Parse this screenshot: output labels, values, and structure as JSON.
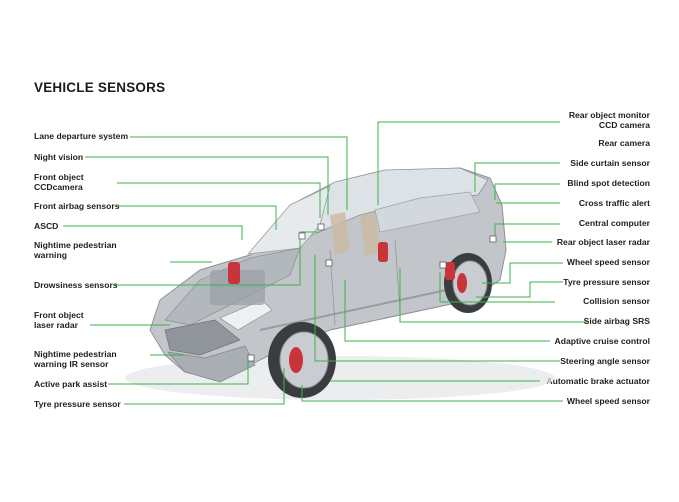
{
  "title": "VEHICLE SENSORS",
  "colors": {
    "leader": "#3db34a",
    "text": "#1e1e1e",
    "body": "#b9bdc1",
    "glass": "#d8dde1",
    "accent": "#c9333a"
  },
  "labels_left": [
    "Lane departure system",
    "Night vision",
    "Front object\nCCDcamera",
    "Front airbag sensors",
    "ASCD",
    "Nightime pedestrian\nwarning",
    "Drowsiness sensors",
    "Front object\nlaser radar",
    "Nightime pedestrian\nwarning IR sensor",
    "Active park assist",
    "Tyre pressure sensor"
  ],
  "labels_right": [
    "Rear object monitor\nCCD camera",
    "Rear camera",
    "Side curtain sensor",
    "Blind spot detection",
    "Cross traffic alert",
    "Central computer",
    "Rear object laser radar",
    "Wheel speed sensor",
    "Tyre pressure sensor",
    "Collision sensor",
    "Side airbag SRS",
    "Adaptive cruise control",
    "Steering angle sensor",
    "Automatic brake actuator",
    "Wheel speed sensor"
  ]
}
